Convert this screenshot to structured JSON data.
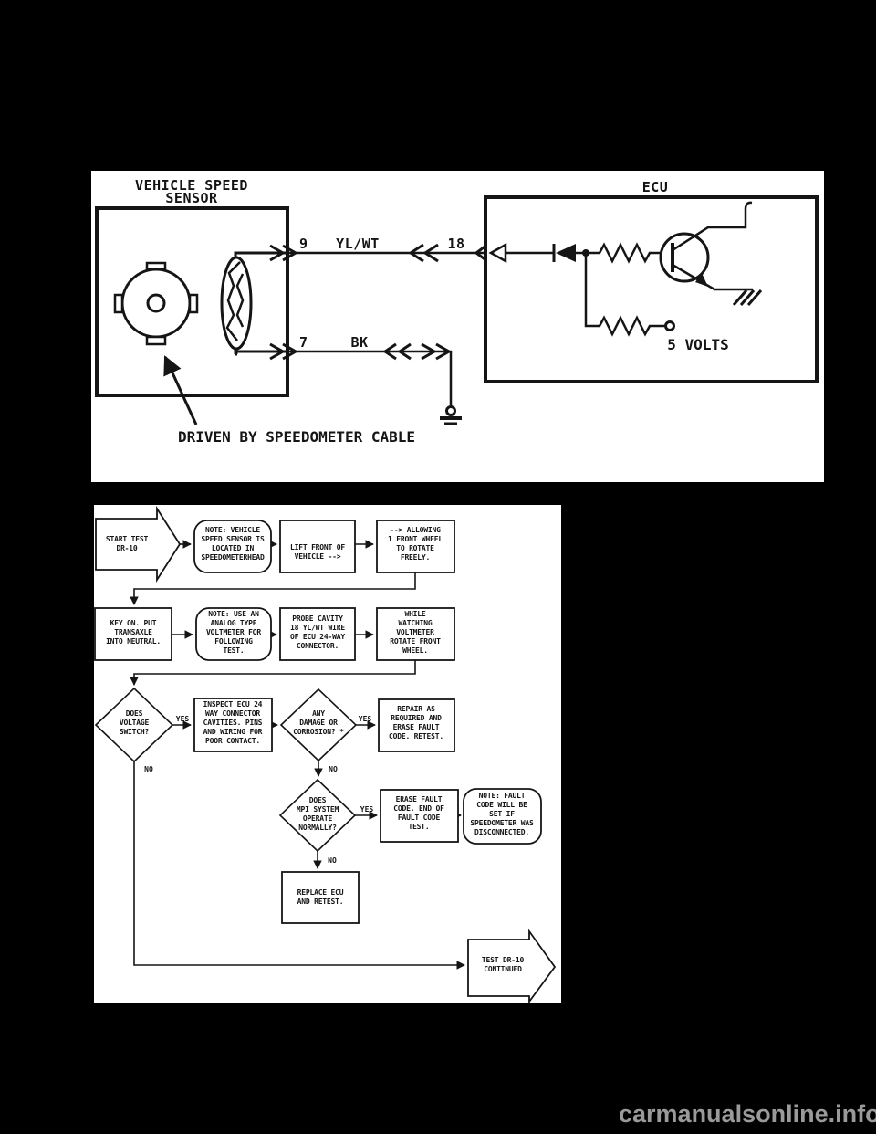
{
  "page": {
    "watermark": "carmanualsonline.info",
    "background_color": "#000000",
    "panel_color": "#ffffff",
    "ink_color": "#151515",
    "watermark_color": "#9a9a9a"
  },
  "circuit": {
    "title_line1": "VEHICLE SPEED",
    "title_line2": "SENSOR",
    "ecu_label": "ECU",
    "pin9": "9",
    "wire9_color_code": "YL/WT",
    "pin18": "18",
    "pin7": "7",
    "wire7_color_code": "BK",
    "supply_label": "5 VOLTS",
    "caption": "DRIVEN BY SPEEDOMETER CABLE"
  },
  "flowchart": {
    "labels": {
      "yes": "YES",
      "no": "NO"
    },
    "nodes": {
      "start": {
        "lines": [
          "START TEST",
          "DR-10"
        ]
      },
      "note_sensor": {
        "lines": [
          "NOTE: VEHICLE",
          "SPEED SENSOR IS",
          "LOCATED IN",
          "SPEEDOMETERHEAD"
        ]
      },
      "lift_front": {
        "lines": [
          "LIFT FRONT OF",
          "VEHICLE -->"
        ]
      },
      "allowing": {
        "lines": [
          "--> ALLOWING",
          "1 FRONT WHEEL",
          "TO ROTATE",
          "FREELY."
        ]
      },
      "key_on": {
        "lines": [
          "KEY ON. PUT",
          "TRANSAXLE",
          "INTO NEUTRAL."
        ]
      },
      "note_meter": {
        "lines": [
          "NOTE: USE AN",
          "ANALOG TYPE",
          "VOLTMETER FOR",
          "FOLLOWING",
          "TEST."
        ]
      },
      "probe_cavity": {
        "lines": [
          "PROBE CAVITY",
          "18 YL/WT WIRE",
          "OF ECU 24-WAY",
          "CONNECTOR."
        ]
      },
      "while_watch": {
        "lines": [
          "WHILE",
          "WATCHING",
          "VOLTMETER",
          "ROTATE FRONT",
          "WHEEL."
        ]
      },
      "does_voltage": {
        "lines": [
          "DOES",
          "VOLTAGE",
          "SWITCH?"
        ]
      },
      "inspect_ecu": {
        "lines": [
          "INSPECT ECU 24",
          "WAY CONNECTOR",
          "CAVITIES. PINS",
          "AND WIRING FOR",
          "POOR CONTACT."
        ]
      },
      "any_damage": {
        "lines": [
          "ANY",
          "DAMAGE OR",
          "CORROSION? *"
        ]
      },
      "repair": {
        "lines": [
          "REPAIR AS",
          "REQUIRED AND",
          "ERASE FAULT",
          "CODE. RETEST."
        ]
      },
      "does_mpi": {
        "lines": [
          "DOES",
          "MPI SYSTEM",
          "OPERATE",
          "NORMALLY?"
        ]
      },
      "erase_fault": {
        "lines": [
          "ERASE FAULT",
          "CODE. END OF",
          "FAULT CODE",
          "TEST."
        ]
      },
      "note_fault": {
        "lines": [
          "NOTE: FAULT",
          "CODE WILL BE",
          "SET IF",
          "SPEEDOMETER WAS",
          "DISCONNECTED."
        ]
      },
      "replace_ecu": {
        "lines": [
          "REPLACE ECU",
          "AND RETEST."
        ]
      },
      "continued": {
        "lines": [
          "TEST DR-10",
          "CONTINUED"
        ]
      }
    }
  }
}
